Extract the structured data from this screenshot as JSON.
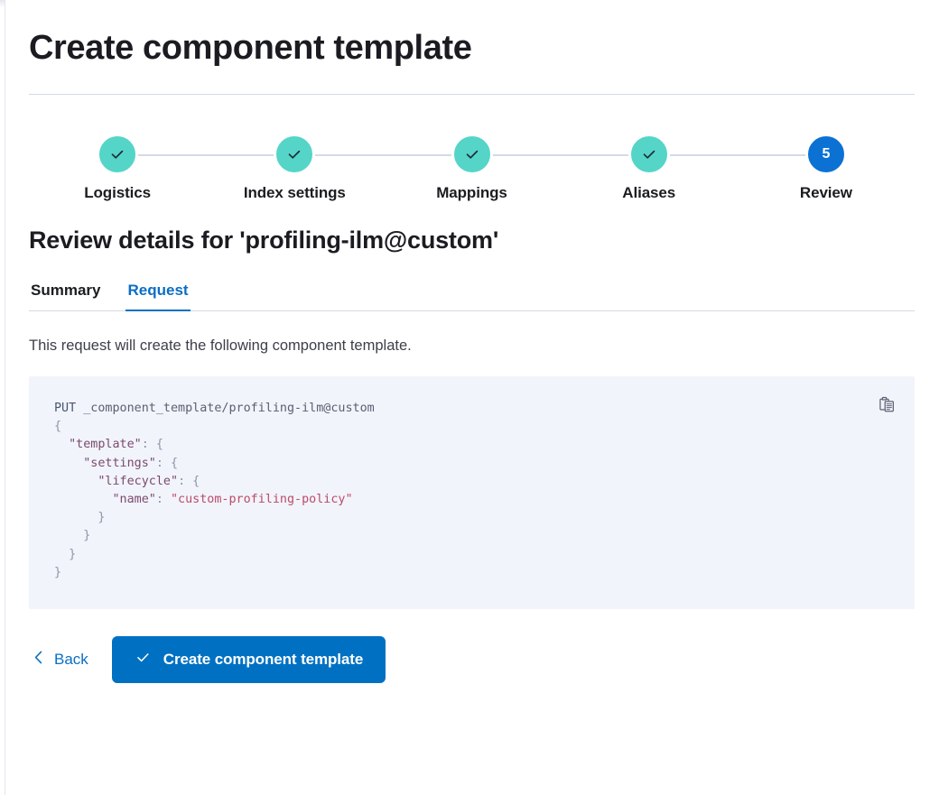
{
  "page": {
    "title": "Create component template"
  },
  "steps": [
    {
      "label": "Logistics",
      "state": "complete",
      "number": "1",
      "icon": "check-icon"
    },
    {
      "label": "Index settings",
      "state": "complete",
      "number": "2",
      "icon": "check-icon"
    },
    {
      "label": "Mappings",
      "state": "complete",
      "number": "3",
      "icon": "check-icon"
    },
    {
      "label": "Aliases",
      "state": "complete",
      "number": "4",
      "icon": "check-icon"
    },
    {
      "label": "Review",
      "state": "current",
      "number": "5",
      "icon": ""
    }
  ],
  "review": {
    "heading": "Review details for 'profiling-ilm@custom'",
    "tabs": [
      {
        "label": "Summary",
        "active": false
      },
      {
        "label": "Request",
        "active": true
      }
    ],
    "description": "This request will create the following component template.",
    "code": {
      "method": "PUT",
      "path": "_component_template/profiling-ilm@custom",
      "body_lines": [
        "{",
        "  \"template\": {",
        "    \"settings\": {",
        "      \"lifecycle\": {",
        "        \"name\": \"custom-profiling-policy\"",
        "      }",
        "    }",
        "  }",
        "}"
      ],
      "keys": [
        "template",
        "settings",
        "lifecycle",
        "name"
      ],
      "string_value": "custom-profiling-policy",
      "copy_label": "Copy to clipboard"
    }
  },
  "actions": {
    "back_label": "Back",
    "submit_label": "Create component template"
  },
  "colors": {
    "accent_blue": "#0071c2",
    "link_blue": "#0b6ec4",
    "step_complete_teal": "#54d5c8",
    "step_current_blue": "#0b72d4",
    "code_bg": "#f1f4fa",
    "code_string": "#bd4b6a",
    "code_key": "#7b4a6e",
    "divider": "#d3dae6"
  }
}
